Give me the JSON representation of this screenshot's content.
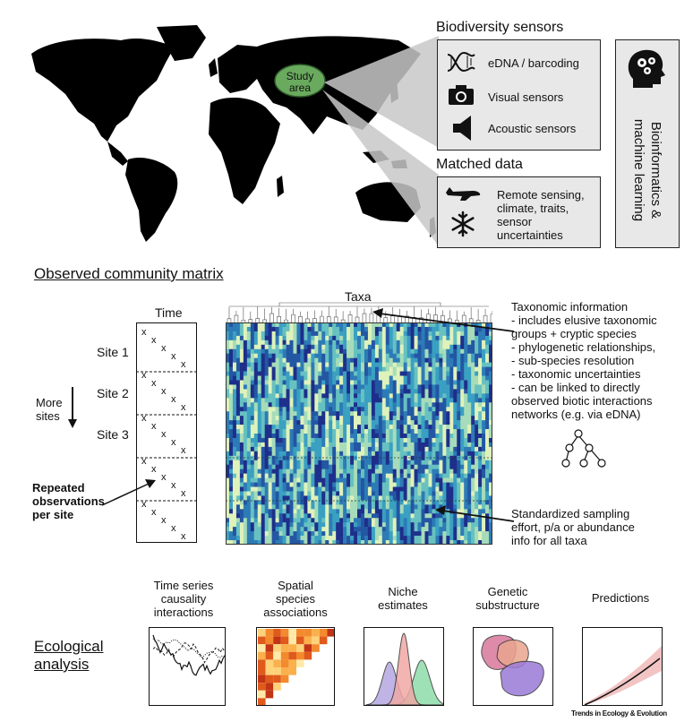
{
  "map": {
    "study_area": "Study\narea"
  },
  "sensors": {
    "heading": "Biodiversity sensors",
    "items": [
      {
        "icon": "dna-icon",
        "label": "eDNA / barcoding"
      },
      {
        "icon": "camera-icon",
        "label": "Visual sensors"
      },
      {
        "icon": "speaker-icon",
        "label": "Acoustic sensors"
      }
    ]
  },
  "matched": {
    "heading": "Matched data",
    "text": "Remote sensing,\nclimate, traits,\nsensor\nuncertainties",
    "icons": [
      "airplane-icon",
      "snowflake-icon"
    ]
  },
  "bioinf": {
    "label": "Bioinformatics &\nmachine learning",
    "icon": "head-gears-icon"
  },
  "matrix": {
    "heading": "Observed community matrix",
    "time_label": "Time",
    "taxa_label": "Taxa",
    "sites": [
      "Site 1",
      "Site 2",
      "Site 3"
    ],
    "more_sites": "More\nsites",
    "repeated": "Repeated\nobservations\nper site",
    "taxonomic": "Taxonomic information\n- includes elusive taxonomic\ngroups + cryptic species\n- phylogenetic relationships,\n- sub-species resolution\n- taxonomic uncertainties\n- can be linked to directly\nobserved biotic interactions\nnetworks (e.g. via eDNA)",
    "standardized": "Standardized sampling\neffort, p/a or abundance\ninfo for all taxa",
    "colors": [
      "#1d2f8a",
      "#2356a3",
      "#2d7bb6",
      "#3aa0c2",
      "#67c1c0",
      "#a6dcb9",
      "#dff2bb"
    ]
  },
  "analysis": {
    "heading": "Ecological\nanalysis",
    "panels": [
      {
        "label": "Time series\ncausality\ninteractions"
      },
      {
        "label": "Spatial\nspecies\nassociations"
      },
      {
        "label": "Niche\nestimates"
      },
      {
        "label": "Genetic\nsubstructure"
      },
      {
        "label": "Predictions"
      }
    ]
  },
  "footer": {
    "journal": "Trends in Ecology & Evolution"
  }
}
